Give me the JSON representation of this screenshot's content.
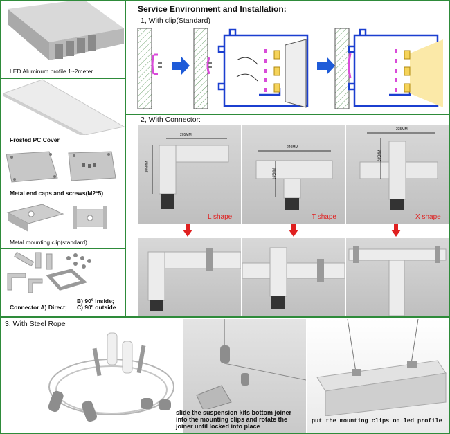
{
  "left_panel": {
    "items": [
      {
        "caption": "LED Aluminum profile 1~2meter"
      },
      {
        "caption": "Frosted PC Cover"
      },
      {
        "caption": "Metal end caps and screws(M2*5)"
      },
      {
        "caption": "Metal mounting clip(standard)"
      },
      {
        "caption": "Connector A) Direct;",
        "caption_b": "B) 90º inside;",
        "caption_c": "C) 90º outside"
      }
    ]
  },
  "service": {
    "title": "Service Environment and Installation:",
    "with_clip": "1, With clip(Standard)",
    "with_connector": "2, With Connector:"
  },
  "connectors": [
    {
      "label": "L shape",
      "dim_a": "205MM",
      "dim_b": "205MM"
    },
    {
      "label": "T shape",
      "dim_a": "240MM",
      "dim_b": "145MM"
    },
    {
      "label": "X shape",
      "dim_a": "235MM",
      "dim_b": "235MM"
    }
  ],
  "steel_rope": {
    "title": "3, With Steel Rope",
    "instruction": "slide the suspension kits bottom joiner into the mounting clips and rotate the joiner until locked into place",
    "instruction_line1": "slide the suspension kits bottom joiner",
    "instruction_line2": "into the mounting clips and rotate the",
    "instruction_line3": "joiner until locked into place",
    "caption_right": "put the mounting clips on led profile"
  },
  "colors": {
    "border": "#2e8b3a",
    "arrow_blue": "#1e5bd8",
    "arrow_red": "#e02020",
    "profile_blue": "#1b3fd0",
    "clip_magenta": "#d94bd9",
    "led_yellow": "#f5d35a"
  }
}
